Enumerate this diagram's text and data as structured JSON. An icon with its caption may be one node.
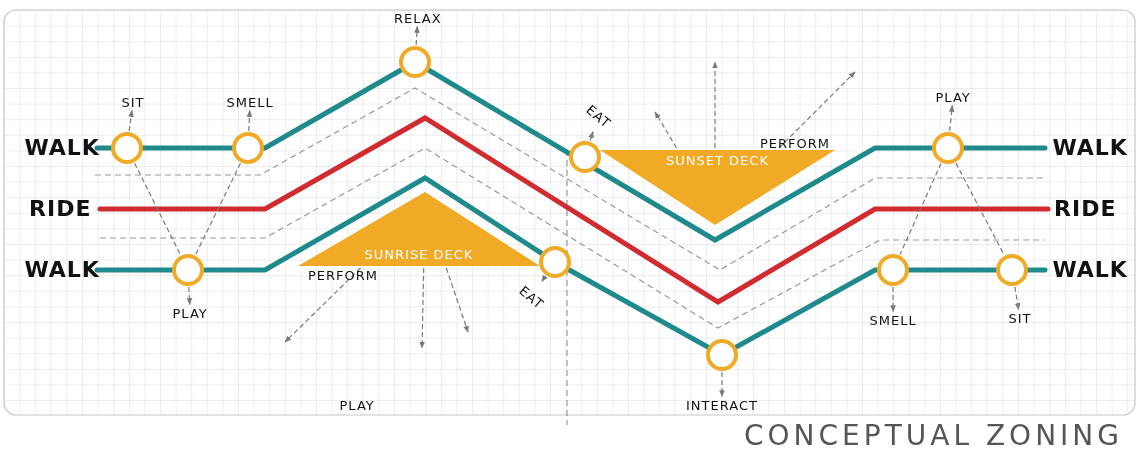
{
  "diagram": {
    "title": "CONCEPTUAL ZONING",
    "nodes": [
      {
        "text": [
          "RELAX"
        ]
      },
      {
        "text": [],
        "shape": "circle"
      },
      {
        "text": [
          "SIT"
        ]
      },
      {
        "text": [
          "SMELL"
        ]
      },
      {
        "text": [
          "PLAY"
        ]
      },
      {
        "text": [],
        "shape": "circle"
      },
      {
        "text": [],
        "shape": "circle"
      },
      {
        "text": [
          "EAT"
        ]
      },
      {
        "text": [
          "SUNSET DECK"
        ]
      },
      {
        "text": [],
        "shape": "circle"
      },
      {
        "text": [],
        "shape": "circle"
      },
      {
        "text": [
          "SUNRISE DECK"
        ]
      },
      {
        "text": [],
        "shape": "circle"
      },
      {
        "text": [],
        "shape": "circle"
      },
      {
        "text": [],
        "shape": "circle"
      },
      {
        "text": [],
        "shape": "circle"
      },
      {
        "text": [
          "EAT"
        ]
      },
      {
        "text": [
          "PLAY"
        ]
      },
      {
        "text": [
          "SMELL"
        ]
      },
      {
        "text": [
          "SIT"
        ]
      },
      {
        "text": [],
        "shape": "circle"
      },
      {
        "text": [
          "INTERACT"
        ]
      }
    ],
    "edges": [
      {
        "from": 1,
        "to": 0,
        "arrow": "to",
        "style": "dashed"
      },
      {
        "from": 5,
        "to": 2,
        "arrow": "to",
        "style": "dashed"
      },
      {
        "from": 6,
        "to": 3,
        "arrow": "to",
        "style": "dashed"
      },
      {
        "from": 10,
        "to": 4,
        "arrow": "to",
        "style": "dashed"
      },
      {
        "from": 9,
        "to": 7,
        "arrow": "to",
        "style": "dashed"
      },
      {
        "from": 8,
        "to": null,
        "arrow": "to",
        "style": "dashed"
      },
      {
        "from": 8,
        "to": null,
        "arrow": "to",
        "style": "dashed"
      },
      {
        "from": 8,
        "to": null,
        "arrow": "to",
        "style": "dashed"
      },
      {
        "from": 5,
        "to": 12,
        "arrow": "none",
        "style": "dashed"
      },
      {
        "from": 6,
        "to": 12,
        "arrow": "none",
        "style": "dashed"
      },
      {
        "from": 10,
        "to": 14,
        "arrow": "none",
        "style": "dashed"
      },
      {
        "from": 10,
        "to": 15,
        "arrow": "none",
        "style": "dashed"
      },
      {
        "from": 11,
        "to": null,
        "arrow": "to",
        "style": "dashed"
      },
      {
        "from": 11,
        "to": null,
        "arrow": "to",
        "style": "dashed"
      },
      {
        "from": 11,
        "to": null,
        "arrow": "to",
        "style": "dashed"
      },
      {
        "from": 13,
        "to": 16,
        "arrow": "to",
        "style": "dashed"
      },
      {
        "from": 12,
        "to": 17,
        "arrow": "to",
        "style": "dashed"
      },
      {
        "from": 14,
        "to": 18,
        "arrow": "to",
        "style": "dashed"
      },
      {
        "from": 15,
        "to": 19,
        "arrow": "to",
        "style": "dashed"
      },
      {
        "from": 20,
        "to": 21,
        "arrow": "to",
        "style": "dashed"
      }
    ],
    "labels": [
      "WALK",
      "PERFORM",
      "WALK",
      "RIDE",
      "RIDE",
      "WALK",
      "PERFORM",
      "WALK",
      "PLAY"
    ]
  }
}
